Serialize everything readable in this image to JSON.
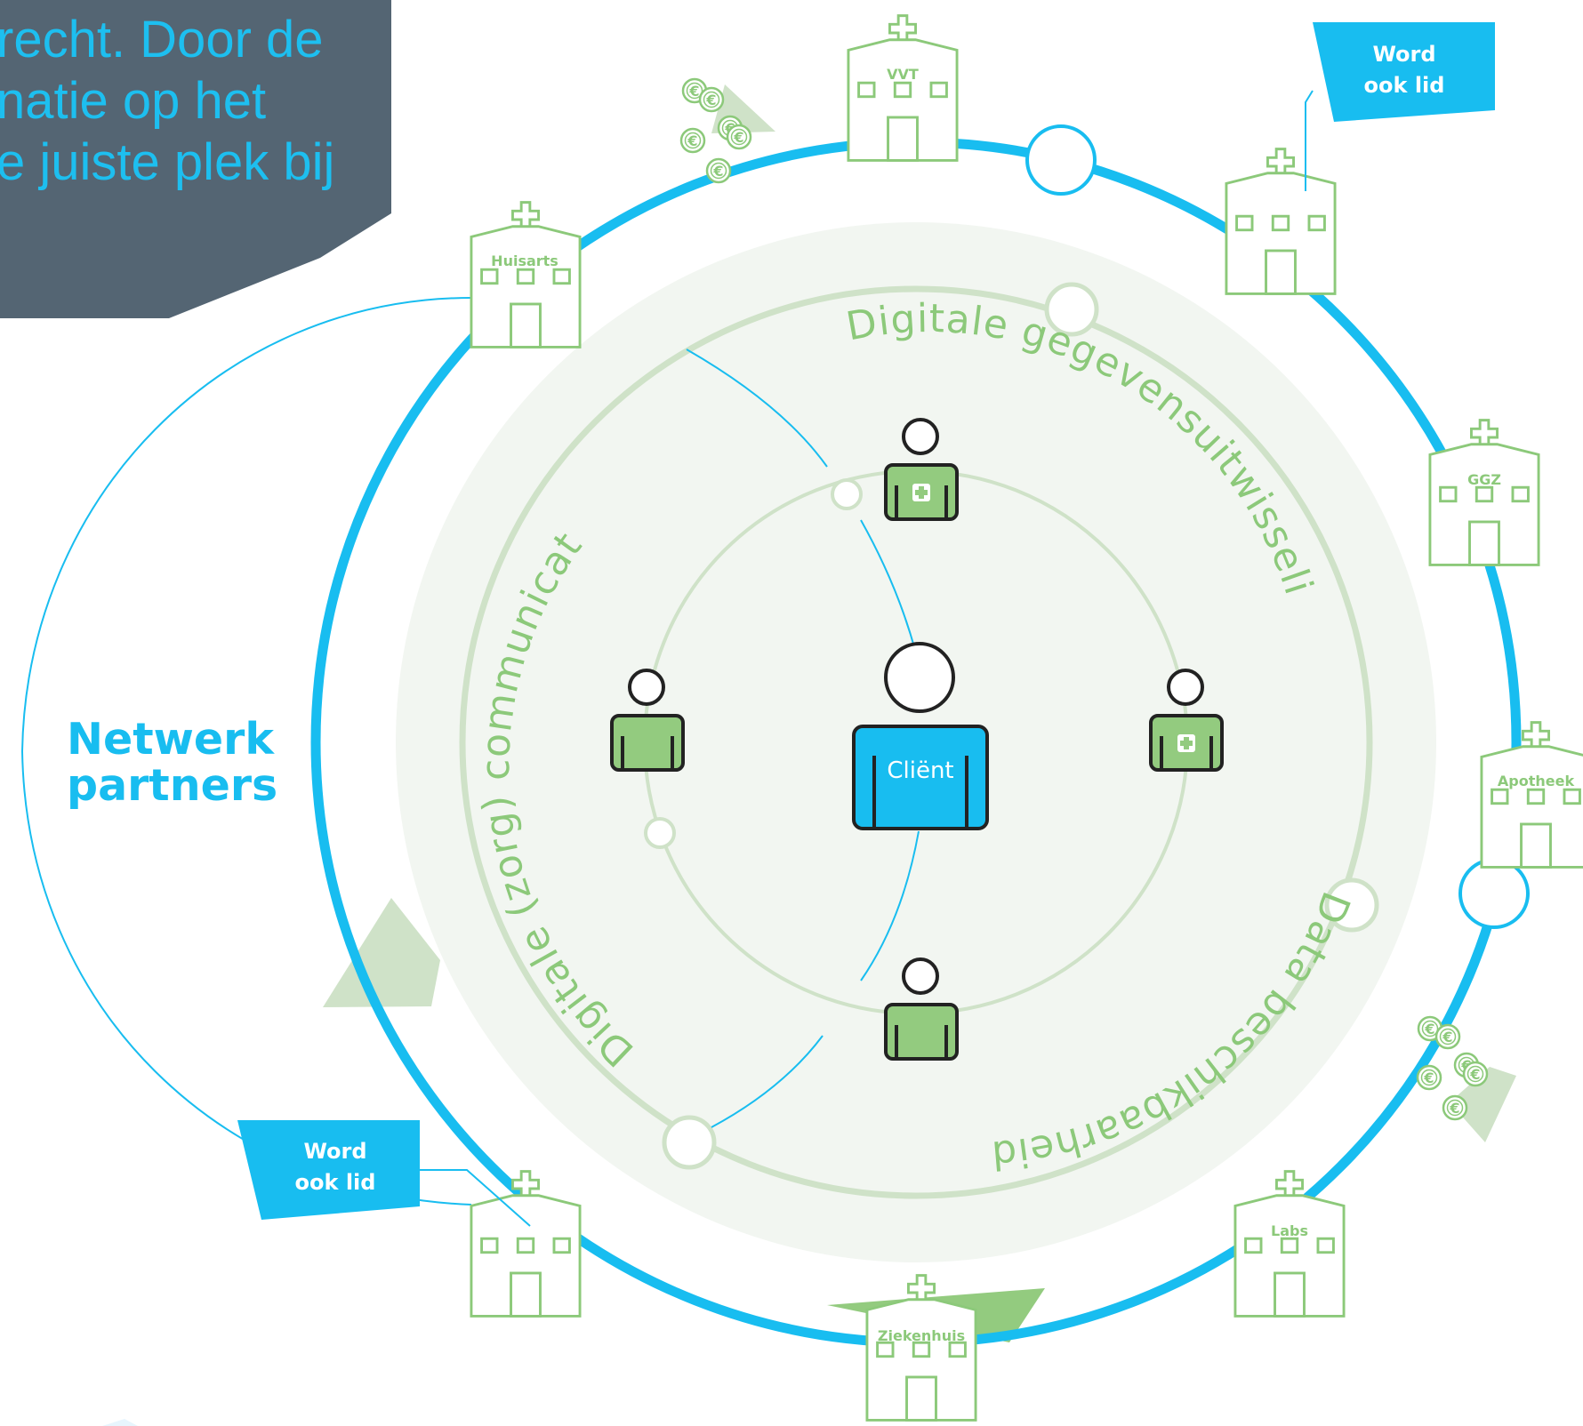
{
  "intro": {
    "lines": [
      "recht. Door de",
      "natie op het",
      "e juiste plek bij"
    ]
  },
  "network": {
    "title_line1": "Netwerk",
    "title_line2": "partners"
  },
  "badges": [
    {
      "line1": "Word",
      "line2": "ook lid"
    },
    {
      "line1": "Word",
      "line2": "ook lid"
    }
  ],
  "buildings": {
    "vvt": "VVT",
    "huisarts": "Huisarts",
    "ggz": "GGZ",
    "apotheek": "Apotheek",
    "labs": "Labs",
    "ziekenhuis": "Ziekenhuis",
    "member_top_right": "",
    "member_bottom_left": ""
  },
  "arcs": {
    "top": "Digitale gegevensuitwisseling",
    "left": "Digitale (zorg) communicatie",
    "bottom": "Data beschikbaarheid"
  },
  "client": "Cliënt",
  "coin_symbol": "€",
  "colors": {
    "blue": "#18bdf0",
    "green": "#8cc97a",
    "pale_green": "#cfe2c8",
    "slate": "#546573",
    "person_fill": "#93cb7f"
  }
}
